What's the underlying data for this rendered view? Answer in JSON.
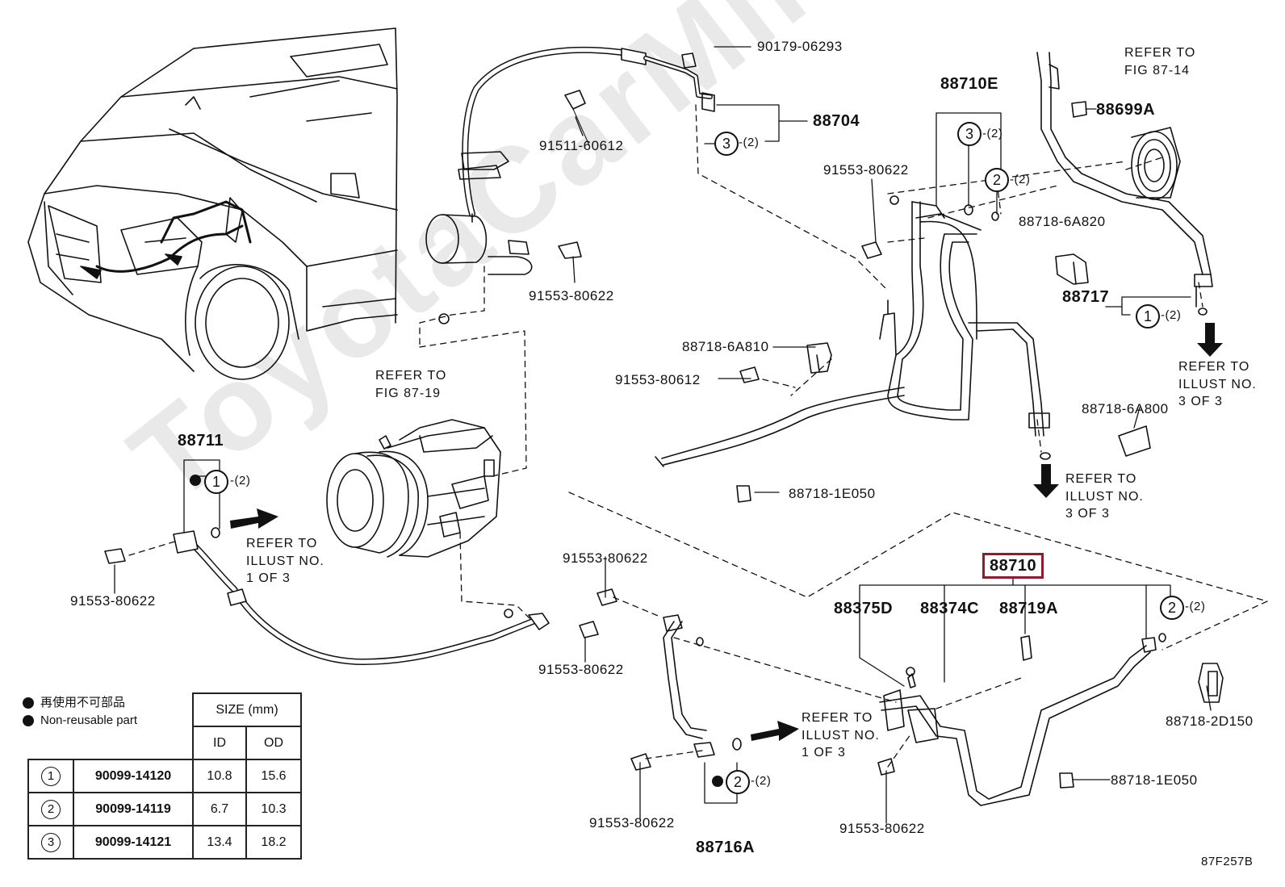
{
  "watermark": "ToyotaCarMira",
  "figure_code": "87F257B",
  "parts": {
    "p90179": "90179-06293",
    "p88704": "88704",
    "p91511": "91511-60612",
    "p88710E": "88710E",
    "p91553_top": "91553-80622",
    "p88699A": "88699A",
    "p88718_6A820": "88718-6A820",
    "p88717": "88717",
    "p91553_mid": "91553-80622",
    "p88718_6A810": "88718-6A810",
    "p91553_80612": "91553-80612",
    "p88711": "88711",
    "p91553_left": "91553-80622",
    "p88718_6A800": "88718-6A800",
    "p88718_1E050_a": "88718-1E050",
    "p91553_c1": "91553-80622",
    "p91553_c2": "91553-80622",
    "p88710": "88710",
    "p88375D": "88375D",
    "p88374C": "88374C",
    "p88719A": "88719A",
    "p88718_2D150": "88718-2D150",
    "p88718_1E050_b": "88718-1E050",
    "p91553_b1": "91553-80622",
    "p91553_b2": "91553-80622",
    "p88716A": "88716A"
  },
  "refers": {
    "fig8714": "REFER TO\nFIG 87-14",
    "fig8719": "REFER TO\nFIG 87-19",
    "illust3a": "REFER TO\nILLUST NO.\n3 OF 3",
    "illust3b": "REFER TO\nILLUST NO.\n3 OF 3",
    "illust1a": "REFER TO\nILLUST NO.\n1 OF 3",
    "illust1b": "REFER TO\nILLUST NO.\n1 OF 3"
  },
  "callouts": {
    "c3": "3",
    "c2": "2",
    "c1": "1",
    "qty": "-(2)"
  },
  "legend": {
    "jp": "再使用不可部品",
    "en": "Non-reusable part"
  },
  "table": {
    "size_header": "SIZE (mm)",
    "id_header": "ID",
    "od_header": "OD",
    "rows": [
      {
        "no": "1",
        "part": "90099-14120",
        "id": "10.8",
        "od": "15.6"
      },
      {
        "no": "2",
        "part": "90099-14119",
        "id": "6.7",
        "od": "10.3"
      },
      {
        "no": "3",
        "part": "90099-14121",
        "id": "13.4",
        "od": "18.2"
      }
    ]
  }
}
